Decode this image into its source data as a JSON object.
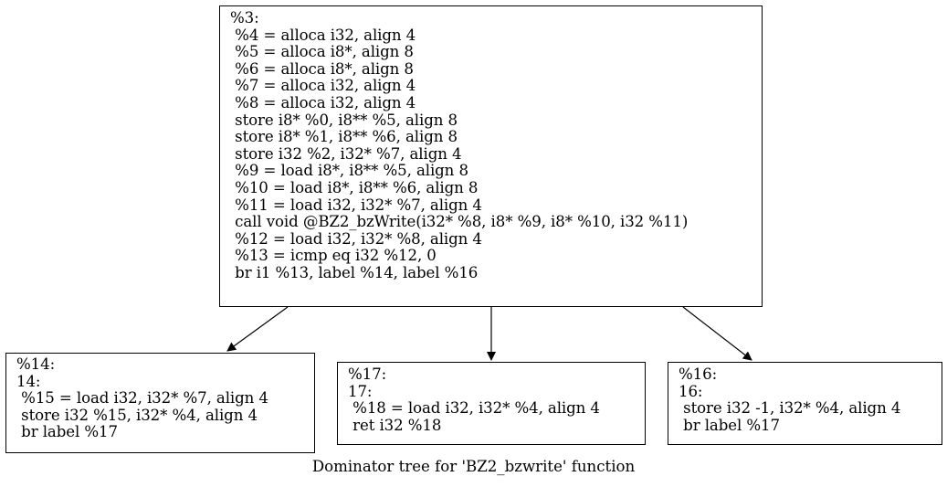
{
  "caption": "Dominator tree for 'BZ2_bzwrite' function",
  "nodes": {
    "n3": {
      "lines": [
        "%3:",
        " %4 = alloca i32, align 4",
        " %5 = alloca i8*, align 8",
        " %6 = alloca i8*, align 8",
        " %7 = alloca i32, align 4",
        " %8 = alloca i32, align 4",
        " store i8* %0, i8** %5, align 8",
        " store i8* %1, i8** %6, align 8",
        " store i32 %2, i32* %7, align 4",
        " %9 = load i8*, i8** %5, align 8",
        " %10 = load i8*, i8** %6, align 8",
        " %11 = load i32, i32* %7, align 4",
        " call void @BZ2_bzWrite(i32* %8, i8* %9, i8* %10, i32 %11)",
        " %12 = load i32, i32* %8, align 4",
        " %13 = icmp eq i32 %12, 0",
        " br i1 %13, label %14, label %16"
      ]
    },
    "n14": {
      "lines": [
        "%14:",
        "14:",
        " %15 = load i32, i32* %7, align 4",
        " store i32 %15, i32* %4, align 4",
        " br label %17"
      ]
    },
    "n17": {
      "lines": [
        "%17:",
        "17:",
        " %18 = load i32, i32* %4, align 4",
        " ret i32 %18"
      ]
    },
    "n16": {
      "lines": [
        "%16:",
        "16:",
        " store i32 -1, i32* %4, align 4",
        " br label %17"
      ]
    }
  }
}
